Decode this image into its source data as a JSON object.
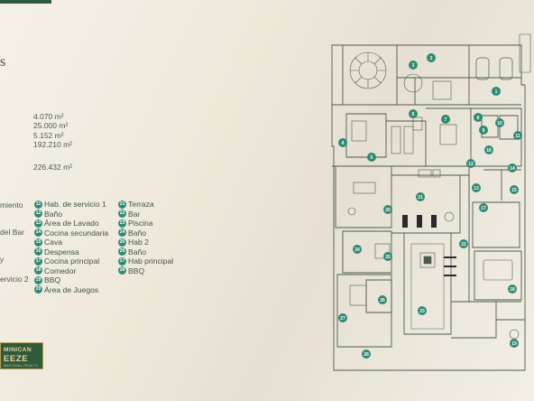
{
  "partial_heading": "s",
  "areas": [
    "4.070 m²",
    "25.000 m²",
    "5.152 m²",
    "192.210 m²",
    "226.432 m²"
  ],
  "left_cut_labels": [
    "miento",
    "del Bar",
    "y",
    "ervicio 2"
  ],
  "legend_col1": [
    {
      "n": "11",
      "label": "Hab. de servicio 1"
    },
    {
      "n": "12",
      "label": "Baño"
    },
    {
      "n": "13",
      "label": "Área de Lavado"
    },
    {
      "n": "14",
      "label": "Cocina secundaria"
    },
    {
      "n": "15",
      "label": "Cava"
    },
    {
      "n": "16",
      "label": "Despensa"
    },
    {
      "n": "17",
      "label": "Cocina principal"
    },
    {
      "n": "18",
      "label": "Comedor"
    },
    {
      "n": "19",
      "label": "BBQ"
    },
    {
      "n": "20",
      "label": "Área de Juegos"
    }
  ],
  "legend_col2": [
    {
      "n": "21",
      "label": "Terraza"
    },
    {
      "n": "22",
      "label": "Bar"
    },
    {
      "n": "23",
      "label": "Piscina"
    },
    {
      "n": "24",
      "label": "Baño"
    },
    {
      "n": "25",
      "label": "Hab 2"
    },
    {
      "n": "26",
      "label": "Baño"
    },
    {
      "n": "27",
      "label": "Hab principal"
    },
    {
      "n": "28",
      "label": "BBQ"
    }
  ],
  "logo": {
    "line1": "MINICAN",
    "line2": "EEZE",
    "line3": "NATIONAL REALTY"
  },
  "plan_markers": [
    "1",
    "2",
    "3",
    "4",
    "5",
    "6",
    "7",
    "8",
    "9",
    "10",
    "11",
    "12",
    "13",
    "14",
    "15",
    "16",
    "17",
    "18",
    "19",
    "20",
    "21",
    "22",
    "23",
    "24",
    "25",
    "26",
    "27",
    "28"
  ],
  "colors": {
    "accent": "#2f8a72",
    "brand": "#2f5a3c",
    "background": "#efe9dc",
    "gold": "#b99c4f"
  }
}
